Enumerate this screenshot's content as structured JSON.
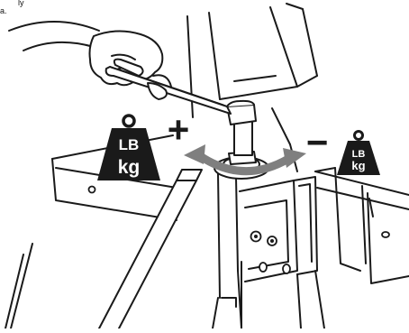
{
  "header": {
    "line_1": "ly",
    "line_2": "a."
  },
  "weights": {
    "left": {
      "top_label": "LB",
      "bottom_label": "kg"
    },
    "right": {
      "top_label": "LB",
      "bottom_label": "kg"
    }
  },
  "signs": {
    "increase": "+",
    "decrease": "−"
  },
  "arrow": {
    "color": "#7f7f7f"
  },
  "icons": [
    "weight-icon",
    "wrench-icon",
    "curved-arrow-icon"
  ]
}
